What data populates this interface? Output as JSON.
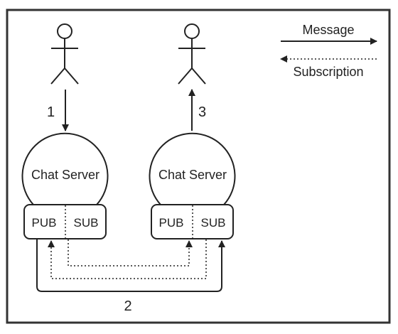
{
  "colors": {
    "ink": "#222222",
    "background": "#ffffff",
    "frame": "#333333"
  },
  "icons": [
    "stick-figure-user",
    "stick-figure-user"
  ],
  "legend": {
    "message_label": "Message",
    "subscription_label": "Subscription"
  },
  "servers": [
    {
      "label": "Chat Server",
      "pub_label": "PUB",
      "sub_label": "SUB"
    },
    {
      "label": "Chat Server",
      "pub_label": "PUB",
      "sub_label": "SUB"
    }
  ],
  "steps": {
    "step1": "1",
    "step2": "2",
    "step3": "3"
  }
}
